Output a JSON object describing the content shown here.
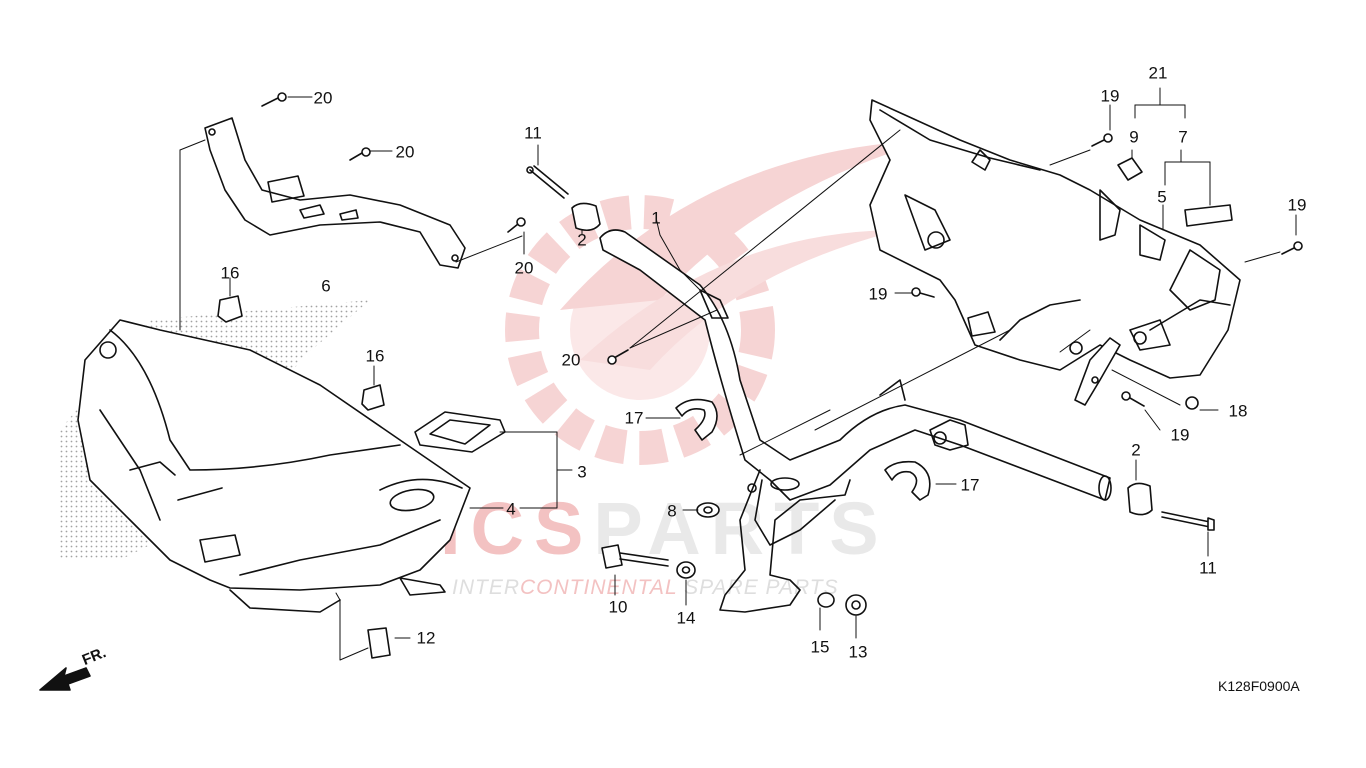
{
  "watermark": {
    "brand_left": "ICS",
    "brand_right": "PARTS",
    "tagline_a": "INTER",
    "tagline_b": "CONTINENTAL",
    "tagline_c": " SPARE PARTS"
  },
  "diagram_code": "K128F0900A",
  "front_indicator": "FR.",
  "callouts": {
    "c1": "1",
    "c2a": "2",
    "c2b": "2",
    "c3": "3",
    "c4": "4",
    "c5": "5",
    "c6": "6",
    "c7": "7",
    "c8": "8",
    "c9": "9",
    "c10": "10",
    "c11a": "11",
    "c11b": "11",
    "c12": "12",
    "c13": "13",
    "c14": "14",
    "c15": "15",
    "c16a": "16",
    "c16b": "16",
    "c17a": "17",
    "c17b": "17",
    "c18": "18",
    "c19a": "19",
    "c19b": "19",
    "c19c": "19",
    "c19d": "19",
    "c20a": "20",
    "c20b": "20",
    "c20c": "20",
    "c20d": "20",
    "c21": "21"
  },
  "colors": {
    "line": "#111111",
    "watermark_red": "#f3c2c2",
    "watermark_grey": "#e9e9e9"
  }
}
